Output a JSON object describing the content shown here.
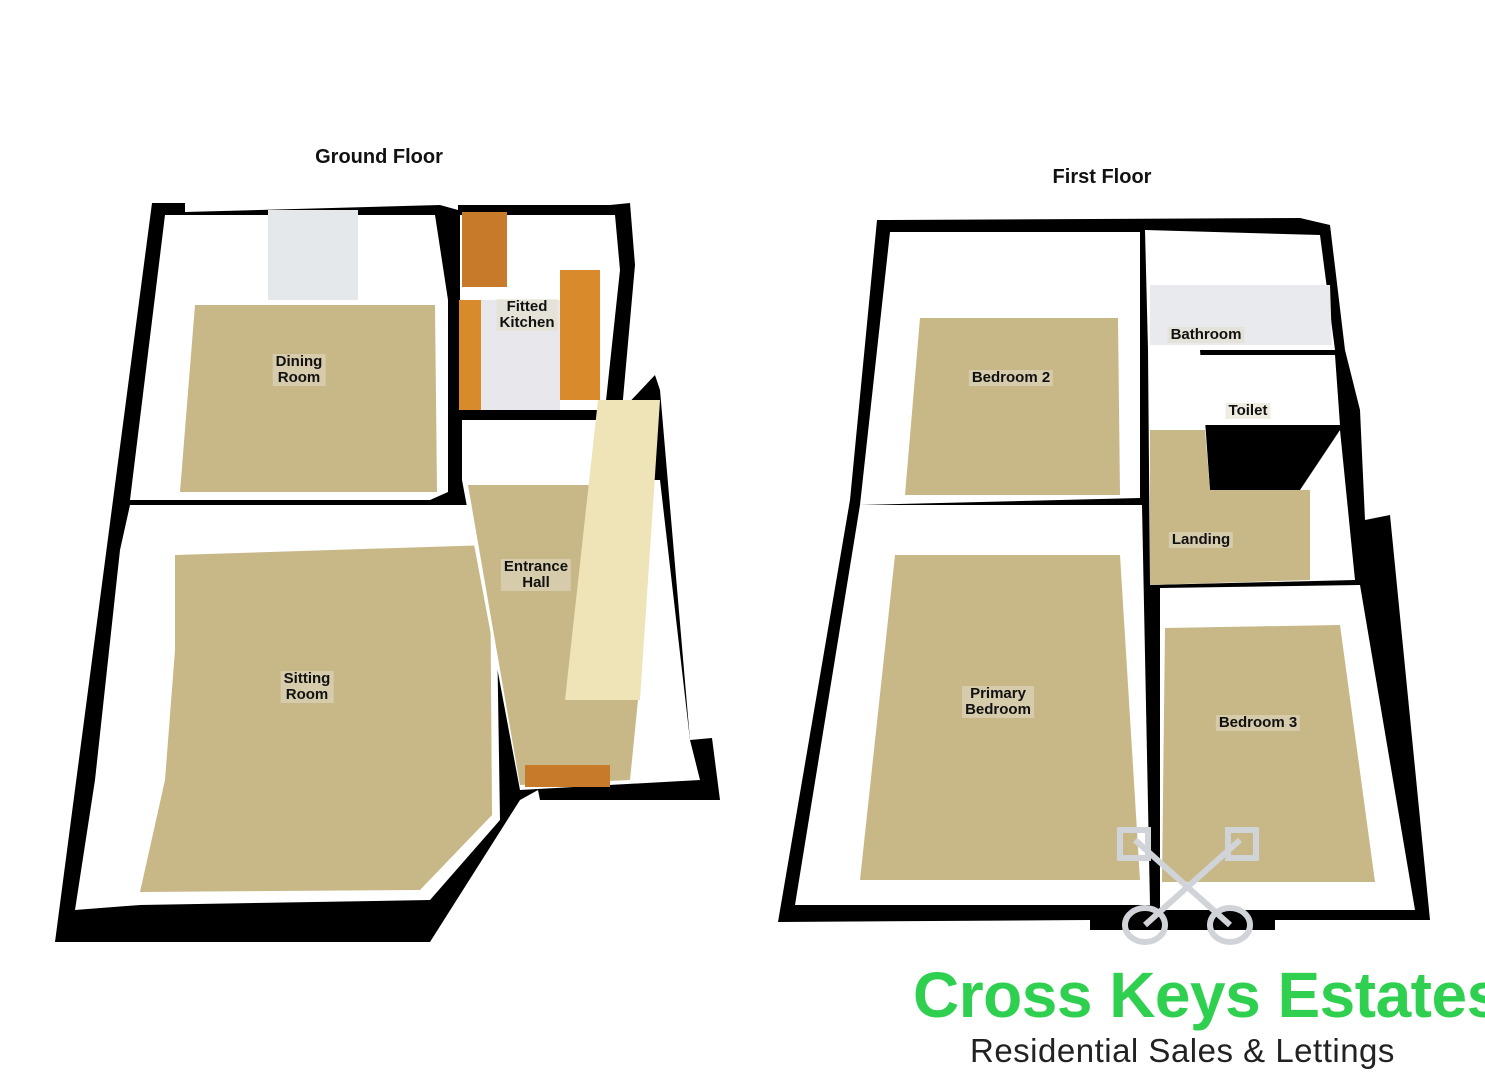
{
  "ground_floor": {
    "title": "Ground Floor",
    "rooms": [
      "Dining\nRoom",
      "Fitted\nKitchen",
      "Sitting\nRoom",
      "Entrance\nHall"
    ]
  },
  "first_floor": {
    "title": "First Floor",
    "rooms": [
      "Bedroom 2",
      "Bathroom",
      "Toilet",
      "Landing",
      "Primary\nBedroom",
      "Bedroom 3"
    ]
  },
  "branding": {
    "name": "Cross Keys Estates",
    "tagline": "Residential Sales & Lettings",
    "logo": "crossed-keys-icon",
    "brand_color": "#2fcf4f"
  },
  "colors": {
    "floor": "#c8b787",
    "wall": "#000000",
    "kitchen_floor": "#e8e8ec",
    "worktop": "#d98a2b"
  }
}
